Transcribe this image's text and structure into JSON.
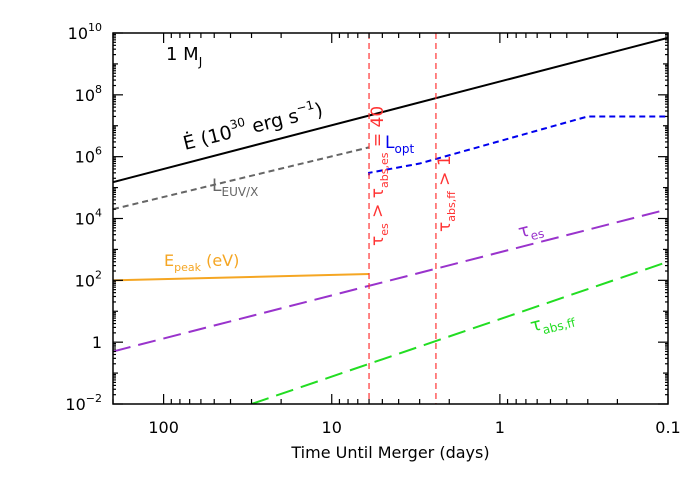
{
  "chart_data": {
    "type": "line",
    "xlabel": "Time Until Merger (days)",
    "ylabel": "",
    "x_scale": "log",
    "x_reversed": true,
    "y_scale": "log",
    "xlim": [
      200,
      0.1
    ],
    "ylim": [
      0.01,
      10000000000.0
    ],
    "x_ticks": [
      {
        "value": 100,
        "label": "100"
      },
      {
        "value": 10,
        "label": "10"
      },
      {
        "value": 1,
        "label": "1"
      },
      {
        "value": 0.1,
        "label": "0.1"
      }
    ],
    "y_ticks": [
      {
        "value": 0.01,
        "base": "10",
        "exp": "−2"
      },
      {
        "value": 1,
        "base": "1",
        "exp": ""
      },
      {
        "value": 100,
        "base": "10",
        "exp": "2"
      },
      {
        "value": 10000,
        "base": "10",
        "exp": "4"
      },
      {
        "value": 1000000,
        "base": "10",
        "exp": "6"
      },
      {
        "value": 100000000,
        "base": "10",
        "exp": "8"
      },
      {
        "value": 10000000000,
        "base": "10",
        "exp": "10"
      }
    ],
    "mass_label": {
      "main": "1 M",
      "sub": "J"
    },
    "vertical_lines": [
      {
        "x": 6.0,
        "color": "#ff3333",
        "label": {
          "p1": "τ",
          "s1": "es",
          "p2": " > τ",
          "s2": "abs,es",
          "p3": " = 40"
        }
      },
      {
        "x": 2.4,
        "color": "#ff3333",
        "label": {
          "p1": "τ",
          "s1": "abs,ff",
          "p2": " > 1",
          "s2": "",
          "p3": ""
        }
      }
    ],
    "series": [
      {
        "key": "edot",
        "color": "#000000",
        "dash": "",
        "label": {
          "p1": "Ė (10",
          "sup": "30",
          "p2": " erg s",
          "sup2": "−1",
          "p3": ")"
        },
        "points": [
          [
            200,
            150000
          ],
          [
            0.1,
            7000000000
          ]
        ]
      },
      {
        "key": "l_opt",
        "color": "#0000ee",
        "dash": "6,4",
        "label": {
          "p1": "L",
          "s1": "opt"
        },
        "points": [
          [
            6.0,
            250000
          ],
          [
            6.0,
            300000
          ],
          [
            3.0,
            600000
          ],
          [
            0.3,
            20000000
          ],
          [
            0.1,
            20000000
          ]
        ]
      },
      {
        "key": "l_euvx",
        "color": "#666666",
        "dash": "6,4",
        "label": {
          "p1": "L",
          "s1": "EUV/X"
        },
        "points": [
          [
            200,
            20000
          ],
          [
            6.0,
            2000000
          ]
        ]
      },
      {
        "key": "e_peak",
        "color": "#f5a623",
        "dash": "",
        "label": {
          "p1": "E",
          "s1": "peak",
          "p2": " (eV)"
        },
        "points": [
          [
            200,
            100
          ],
          [
            6.0,
            160
          ]
        ]
      },
      {
        "key": "tau_es",
        "color": "#9933cc",
        "dash": "18,8",
        "label": {
          "p1": "τ",
          "s1": "es"
        },
        "points": [
          [
            200,
            0.5
          ],
          [
            0.1,
            20000
          ]
        ]
      },
      {
        "key": "tau_absff",
        "color": "#22dd22",
        "dash": "18,8",
        "label": {
          "p1": "τ",
          "s1": "abs,ff"
        },
        "points": [
          [
            30,
            0.01
          ],
          [
            0.1,
            400
          ]
        ]
      }
    ]
  }
}
